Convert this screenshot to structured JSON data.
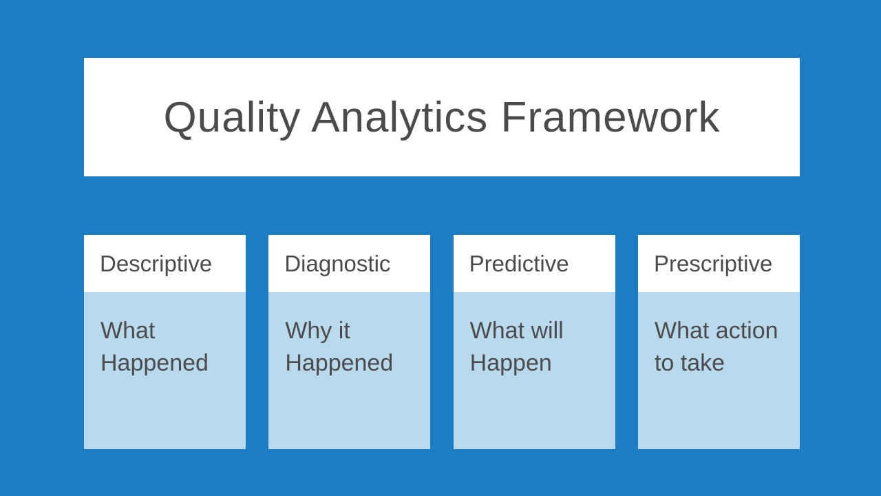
{
  "slide": {
    "title": "Quality Analytics Framework",
    "cards": [
      {
        "header": "Descriptive",
        "lines": [
          "What",
          "Happened"
        ]
      },
      {
        "header": "Diagnostic",
        "lines": [
          "Why it",
          "Happened"
        ]
      },
      {
        "header": "Predictive",
        "lines": [
          "What will",
          "Happen"
        ]
      },
      {
        "header": "Prescriptive",
        "lines": [
          "What action",
          "to take"
        ]
      }
    ]
  },
  "theme": {
    "background_color": "#1b7ec4",
    "panel_color": "#ffffff",
    "card_body_color": "#b9d9ec",
    "text_color": "#4b4b4d"
  }
}
